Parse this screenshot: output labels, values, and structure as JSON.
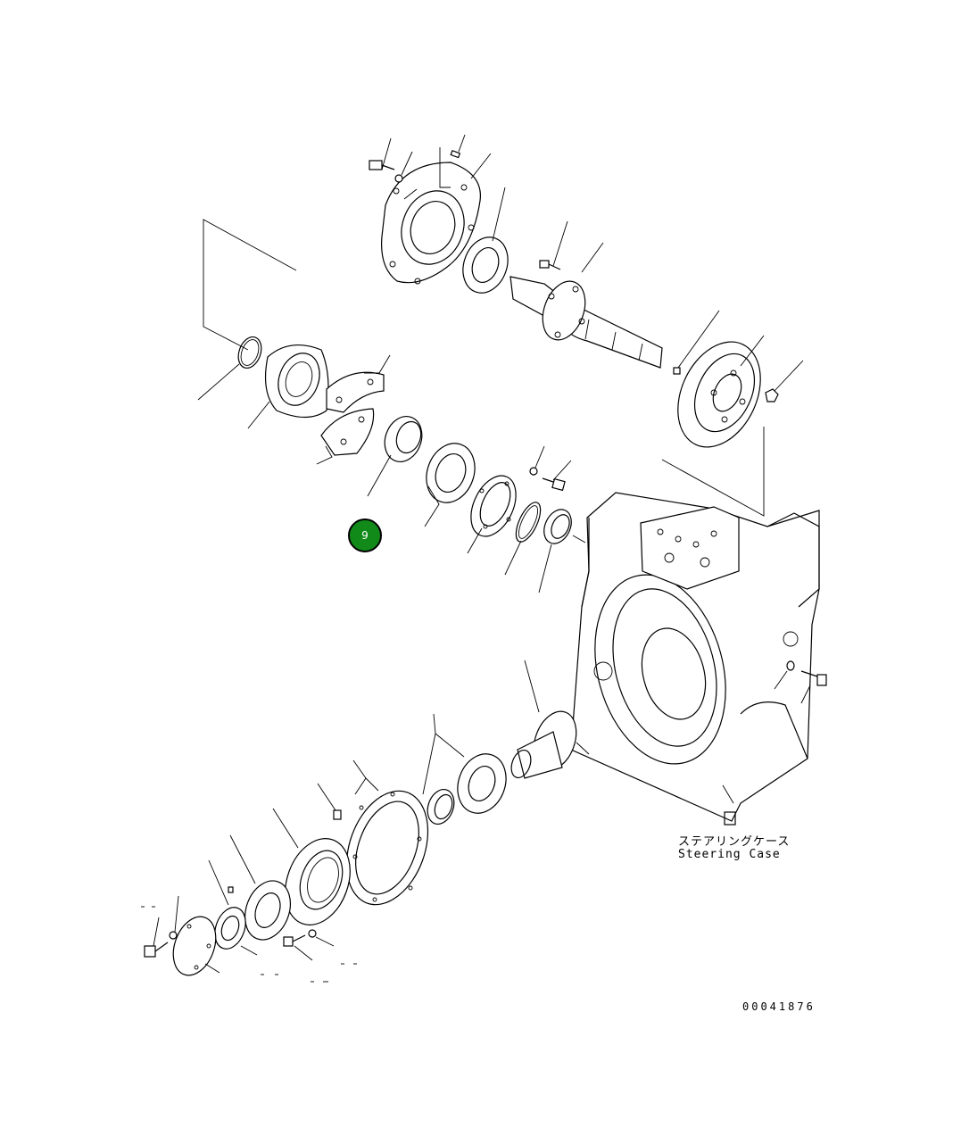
{
  "labels": {
    "case_jp": "ステアリングケース",
    "case_en": "Steering Case",
    "drawing_number": "00041876"
  },
  "callouts": [
    {
      "number": "9",
      "color": "#118a1a"
    }
  ]
}
